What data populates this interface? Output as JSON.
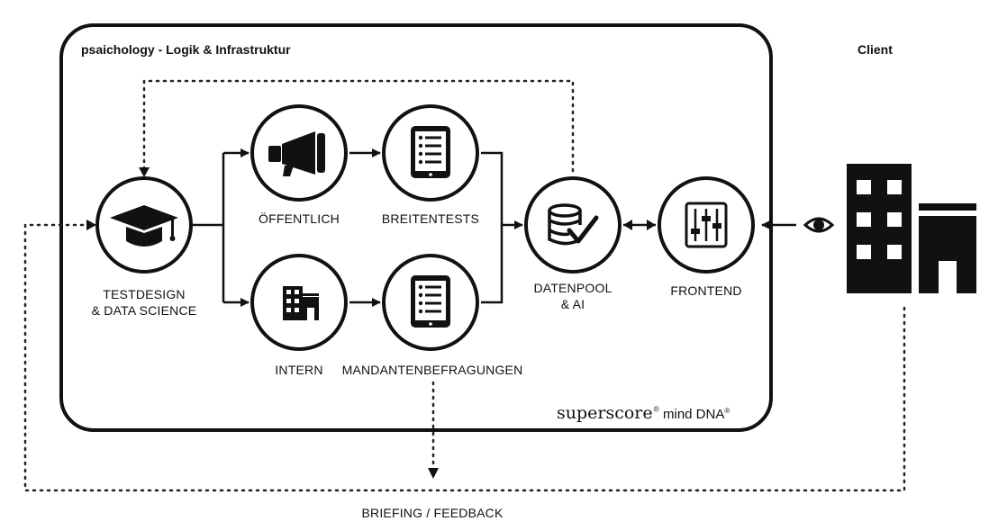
{
  "diagram": {
    "main_title": "psaichology - Logik & Infrastruktur",
    "client_title": "Client",
    "nodes": {
      "testdesign_line1": "TESTDESIGN",
      "testdesign_line2": "& DATA SCIENCE",
      "oeffentlich": "ÖFFENTLICH",
      "breitentests": "BREITENTESTS",
      "intern": "INTERN",
      "mandantenbefragungen": "MANDANTENBEFRAGUNGEN",
      "datenpool_line1": "DATENPOOL",
      "datenpool_line2": "& AI",
      "frontend": "FRONTEND"
    },
    "feedback_label": "BRIEFING / FEEDBACK",
    "brand": {
      "superscore": "superscore",
      "mind_dna": "mind DNA",
      "registered": "®"
    },
    "icons": {
      "testdesign": "graduation-cap-icon",
      "oeffentlich": "megaphone-icon",
      "breitentests": "tablet-list-icon",
      "intern": "building-icon",
      "mandantenbefragungen": "tablet-list-icon",
      "datenpool": "database-check-icon",
      "frontend": "sliders-icon",
      "viewer": "eye-icon",
      "client": "buildings-icon"
    },
    "colors": {
      "ink": "#111111",
      "background": "#ffffff",
      "dotted": "#222222"
    }
  }
}
